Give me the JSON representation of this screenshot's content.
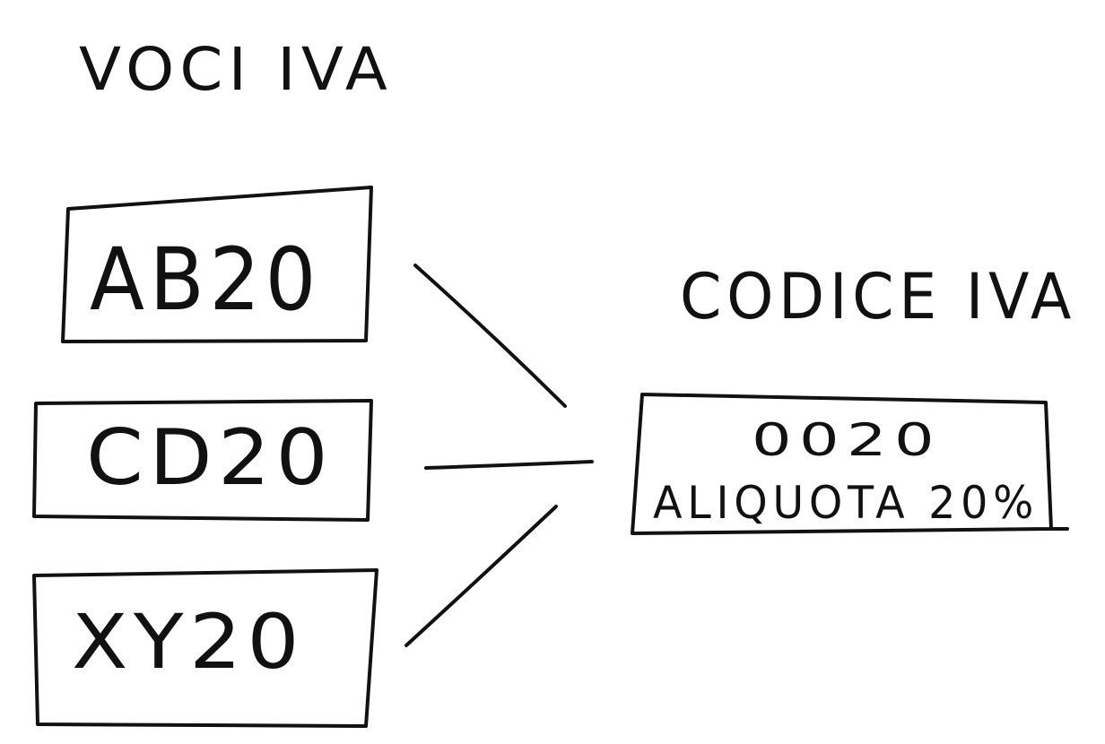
{
  "colors": {
    "ink": "#111111",
    "paper": "#ffffff"
  },
  "titles": {
    "left": "VOCI IVA",
    "right": "CODICE IVA"
  },
  "voci": [
    {
      "code": "AB20"
    },
    {
      "code": "CD20"
    },
    {
      "code": "XY20"
    }
  ],
  "codice": {
    "code": "0020",
    "description": "ALIQUOTA 20%"
  }
}
